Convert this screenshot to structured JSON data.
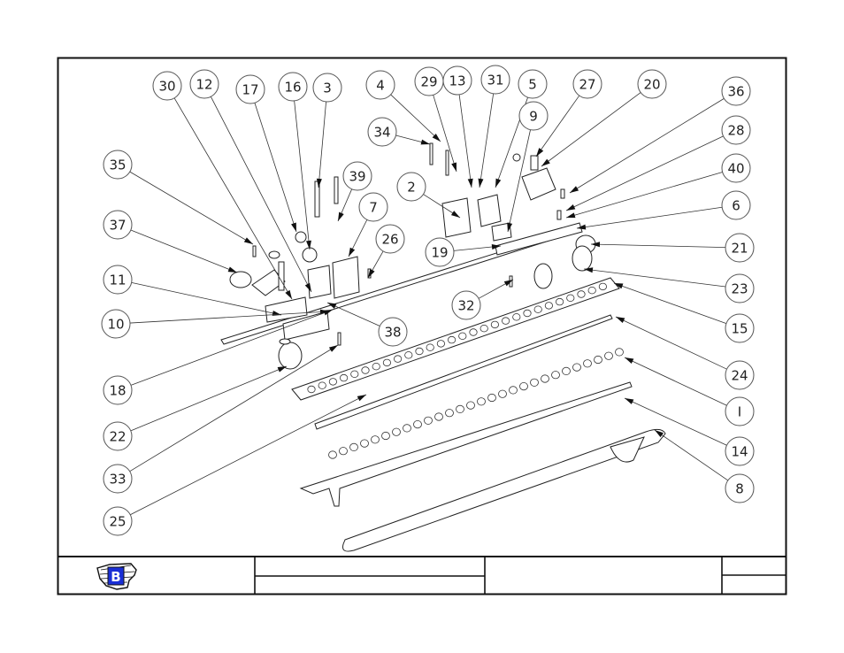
{
  "callouts": [
    {
      "label": "30"
    },
    {
      "label": "12"
    },
    {
      "label": "17"
    },
    {
      "label": "16"
    },
    {
      "label": "3"
    },
    {
      "label": "4"
    },
    {
      "label": "29"
    },
    {
      "label": "13"
    },
    {
      "label": "31"
    },
    {
      "label": "5"
    },
    {
      "label": "27"
    },
    {
      "label": "20"
    },
    {
      "label": "36"
    },
    {
      "label": "9"
    },
    {
      "label": "34"
    },
    {
      "label": "28"
    },
    {
      "label": "35"
    },
    {
      "label": "39"
    },
    {
      "label": "2"
    },
    {
      "label": "40"
    },
    {
      "label": "7"
    },
    {
      "label": "6"
    },
    {
      "label": "37"
    },
    {
      "label": "26"
    },
    {
      "label": "19"
    },
    {
      "label": "21"
    },
    {
      "label": "11"
    },
    {
      "label": "23"
    },
    {
      "label": "32"
    },
    {
      "label": "15"
    },
    {
      "label": "10"
    },
    {
      "label": "38"
    },
    {
      "label": "24"
    },
    {
      "label": "18"
    },
    {
      "label": "I"
    },
    {
      "label": "22"
    },
    {
      "label": "14"
    },
    {
      "label": "33"
    },
    {
      "label": "8"
    },
    {
      "label": "25"
    }
  ],
  "title_block": {
    "logo_letter": "B",
    "colors": {
      "logo_blue": "#1a2fd6",
      "logo_outline": "#111111"
    }
  }
}
